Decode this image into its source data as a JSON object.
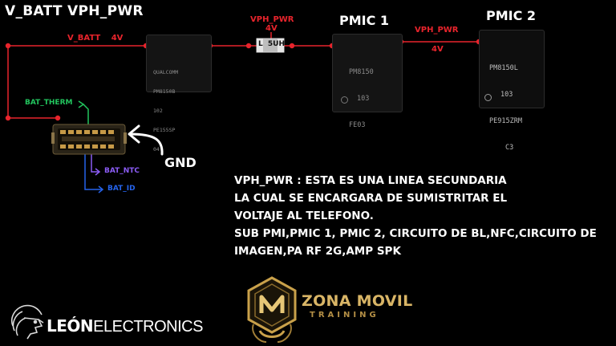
{
  "title": "V_BATT  VPH_PWR",
  "wire_labels": {
    "vbatt": "V_BATT",
    "vbatt_voltage": "4V",
    "vph_top": "VPH_PWR",
    "vph_top_voltage": "4V",
    "vph_right": "VPH_PWR",
    "vph_right_voltage": "4V"
  },
  "inductor": {
    "letter": "L",
    "value": "5UH"
  },
  "chips": {
    "pm_chip": [
      "QUALCOMM",
      "PM8150B",
      "102",
      "PE155SP",
      "04"
    ],
    "pmic1_label": "PMIC 1",
    "pmic1_text": [
      "PM8150",
      "103",
      "FE03"
    ],
    "pmic2_label": "PMIC 2",
    "pmic2_text": [
      "PM8150L",
      "103",
      "PE915ZRM",
      "C3"
    ]
  },
  "connector_labels": {
    "bat_therm": "BAT_THERM",
    "bat_ntc": "BAT_NTC",
    "bat_id": "BAT_ID",
    "gnd": "GND"
  },
  "description": [
    "VPH_PWR : ESTA ES UNA LINEA SECUNDARIA",
    "LA CUAL SE ENCARGARA DE SUMISTRITAR EL",
    "VOLTAJE AL TELEFONO.",
    "SUB PMI,PMIC 1, PMIC 2, CIRCUITO DE BL,NFC,CIRCUITO DE",
    "IMAGEN,PA RF 2G,AMP SPK"
  ],
  "logos": {
    "leon_bold": "LEÓN",
    "leon_light": "ELECTRONICS",
    "zona_main": "ZONA MOVIL",
    "zona_sub": "TRAINING"
  },
  "colors": {
    "wire": "#e8242c",
    "therm": "#22c55e",
    "ntc": "#8b5cf6",
    "id": "#2563eb",
    "gold": "#c9a14a"
  }
}
